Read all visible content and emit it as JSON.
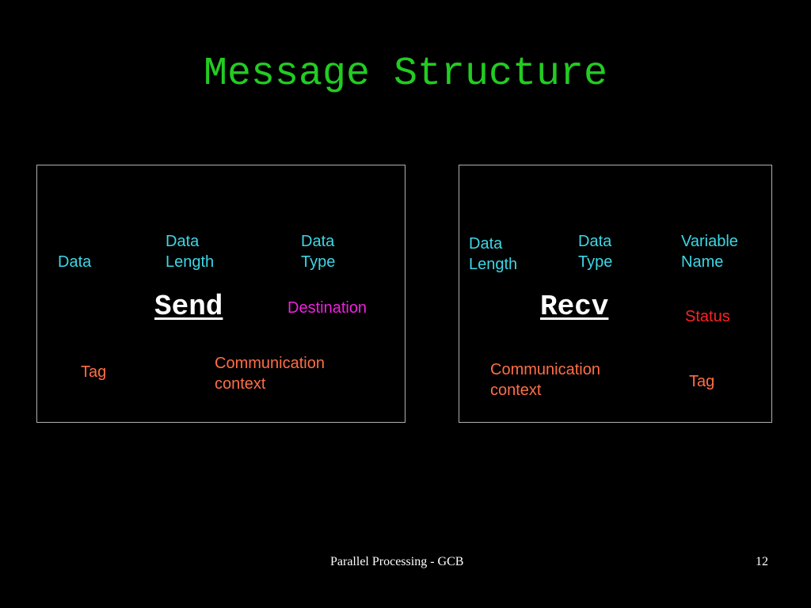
{
  "slide": {
    "title": "Message Structure",
    "footer_text": "Parallel Processing - GCB",
    "page_number": "12"
  },
  "send_box": {
    "keyword": "Send",
    "data": "Data",
    "data_length": "Data\nLength",
    "data_type": "Data\nType",
    "destination": "Destination",
    "tag": "Tag",
    "communication_context": "Communication\ncontext"
  },
  "recv_box": {
    "keyword": "Recv",
    "data_length": "Data\nLength",
    "data_type": "Data\nType",
    "variable_name": "Variable\nName",
    "status": "Status",
    "communication_context": "Communication\ncontext",
    "tag": "Tag"
  },
  "colors": {
    "title": "#22cc22",
    "field_cyan": "#3cd7e6",
    "field_orange": "#ff6e45",
    "destination_magenta": "#ee22dd",
    "status_red": "#ff2222",
    "background": "#000000"
  }
}
